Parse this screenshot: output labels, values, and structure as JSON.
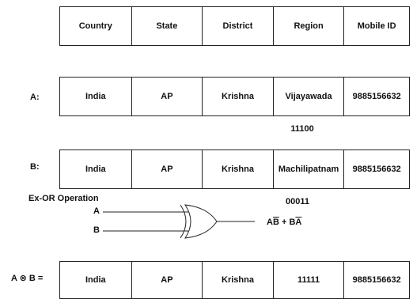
{
  "header": [
    "Country",
    "State",
    "District",
    "Region",
    "Mobile ID"
  ],
  "rows": [
    {
      "label": "A:",
      "cells": [
        "India",
        "AP",
        "Krishna",
        "Vijayawada",
        "9885156632"
      ]
    },
    {
      "label": "B:",
      "cells": [
        "India",
        "AP",
        "Krishna",
        "Machilipatnam",
        "9885156632"
      ]
    },
    {
      "label": "A ⊗ B =",
      "cells": [
        "India",
        "AP",
        "Krishna",
        "11111",
        "9885156632"
      ]
    }
  ],
  "code_a": "11100",
  "code_b": "00011",
  "gate": {
    "title": "Ex-OR Operation",
    "input_a": "A",
    "input_b": "B",
    "expr_a": "A",
    "expr_b_bar": "B",
    "expr_plus": " + ",
    "expr_b": "B",
    "expr_a_bar": "A"
  }
}
